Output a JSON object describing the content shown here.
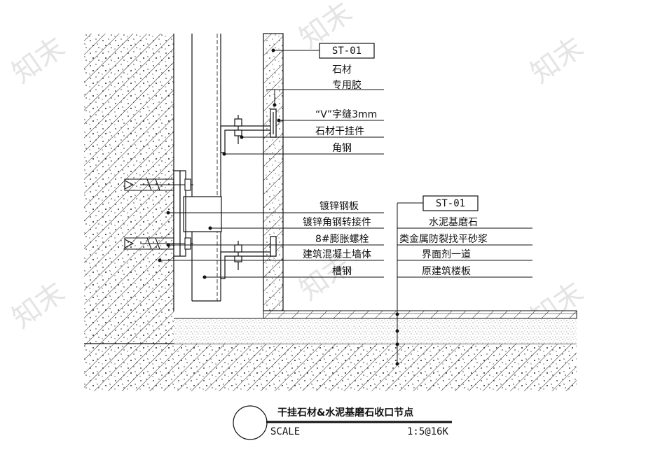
{
  "tags": {
    "top": "ST-01",
    "floor": "ST-01"
  },
  "labels_left": {
    "stone": "石材",
    "glue": "专用胶",
    "v_joint": "“V”字缝3mm",
    "hanger": "石材干挂件",
    "angle": "角钢",
    "galv_plate": "镀锌钢板",
    "galv_connector": "镀锌角钢转接件",
    "anchor": "8#膨胀螺栓",
    "wall": "建筑混凝土墙体",
    "channel": "槽钢"
  },
  "labels_right": {
    "terrazzo": "水泥基磨石",
    "mortar": "类金属防裂找平砂浆",
    "interface": "界面剂一道",
    "slab": "原建筑楼板"
  },
  "title_block": {
    "title": "干挂石材&水泥基磨石收口节点",
    "scale_label": "SCALE",
    "scale_value": "1:5@16K"
  },
  "colors": {
    "line": "#111111",
    "hatch": "#222222",
    "watermark": "#cfcfcf"
  }
}
